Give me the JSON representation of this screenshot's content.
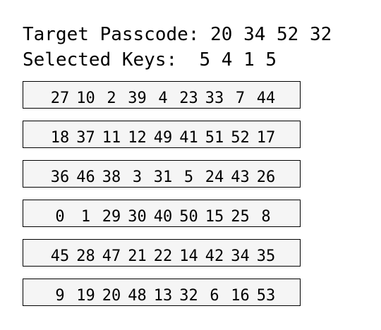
{
  "header": {
    "target_label": "Target Passcode:",
    "target_value": "20 34 52 32",
    "selected_label": "Selected Keys:",
    "selected_value": "5 4 1 5"
  },
  "keypad": {
    "rows": [
      [
        "27",
        "10",
        "2",
        "39",
        "4",
        "23",
        "33",
        "7",
        "44"
      ],
      [
        "18",
        "37",
        "11",
        "12",
        "49",
        "41",
        "51",
        "52",
        "17"
      ],
      [
        "36",
        "46",
        "38",
        "3",
        "31",
        "5",
        "24",
        "43",
        "26"
      ],
      [
        "0",
        "1",
        "29",
        "30",
        "40",
        "50",
        "15",
        "25",
        "8"
      ],
      [
        "45",
        "28",
        "47",
        "21",
        "22",
        "14",
        "42",
        "34",
        "35"
      ],
      [
        "9",
        "19",
        "20",
        "48",
        "13",
        "32",
        "6",
        "16",
        "53"
      ]
    ]
  }
}
